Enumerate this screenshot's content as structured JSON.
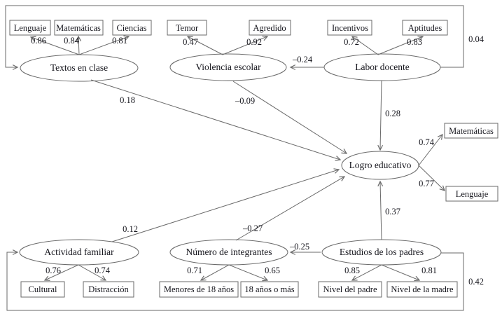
{
  "latents": {
    "textos": "Textos en clase",
    "violencia": "Violencia escolar",
    "labor": "Labor docente",
    "logro": "Logro educativo",
    "actividad": "Actividad familiar",
    "integrantes": "Número de integrantes",
    "estudios": "Estudios de los padres"
  },
  "indicators": {
    "lenguaje": "Lenguaje",
    "matematicas": "Matemáticas",
    "ciencias": "Ciencias",
    "temor": "Temor",
    "agredido": "Agredido",
    "incentivos": "Incentivos",
    "aptitudes": "Aptitudes",
    "matematicas_out": "Matemáticas",
    "lenguaje_out": "Lenguaje",
    "cultural": "Cultural",
    "distraccion": "Distracción",
    "menores18": "Menores de 18 años",
    "mayores18": "18 años o más",
    "nivel_padre": "Nivel del padre",
    "nivel_madre": "Nivel de la madre"
  },
  "loadings": {
    "lenguaje": "0.86",
    "matematicas": "0.84",
    "ciencias": "0.81",
    "temor": "0.47",
    "agredido": "0.92",
    "incentivos": "0.72",
    "aptitudes": "0.83",
    "matematicas_out": "0.74",
    "lenguaje_out": "0.77",
    "cultural": "0.76",
    "distraccion": "0.74",
    "menores18": "0.71",
    "mayores18": "0.65",
    "nivel_padre": "0.85",
    "nivel_madre": "0.81"
  },
  "paths": {
    "textos_logro": "0.18",
    "violencia_logro": "–0.09",
    "labor_violencia": "–0.24",
    "labor_logro": "0.28",
    "actividad_logro": "0.12",
    "integrantes_logro": "–0.27",
    "estudios_integrantes": "–0.25",
    "estudios_logro": "0.37",
    "labor_textos_cov": "0.04",
    "estudios_actividad_cov": "0.42"
  },
  "colors": {
    "line": "#6a6a6a",
    "text": "#16161d",
    "background": "#ffffff"
  }
}
